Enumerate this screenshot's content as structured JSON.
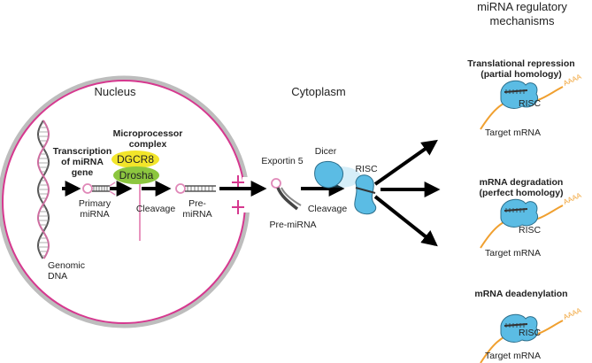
{
  "header": {
    "line1": "miRNA regulatory",
    "line2": "mechanisms"
  },
  "nucleus": {
    "title": "Nucleus",
    "transcription_line1": "Transcription",
    "transcription_line2": "of miRNA",
    "transcription_line3": "gene",
    "genomic_line1": "Genomic",
    "genomic_line2": "DNA",
    "primary_line1": "Primary",
    "primary_line2": "miRNA",
    "micro_line1": "Microprocessor",
    "micro_line2": "complex",
    "dgcr8": "DGCR8",
    "drosha": "Drosha",
    "cleavage": "Cleavage",
    "pre_line1": "Pre-",
    "pre_line2": "miRNA"
  },
  "cytoplasm": {
    "title": "Cytoplasm",
    "exportin": "Exportin 5",
    "dicer": "Dicer",
    "risc": "RISC",
    "cleavage": "Cleavage",
    "pre_mirna": "Pre-miRNA"
  },
  "mechanisms": [
    {
      "title_line1": "Translational repression",
      "title_line2": "(partial homology)",
      "risc": "RISC",
      "target": "Target mRNA",
      "tail": "AAAA"
    },
    {
      "title_line1": "mRNA degradation",
      "title_line2": "(perfect homology)",
      "risc": "RISC",
      "target": "Target mRNA",
      "tail": "AAAA"
    },
    {
      "title_line1": "mRNA deadenylation",
      "title_line2": "",
      "risc": "RISC",
      "target": "Target mRNA",
      "tail": "AAAA"
    }
  ],
  "colors": {
    "membrane": "#d6388f",
    "membrane_outer": "#b5b5b5",
    "risc_blue": "#5bbce4",
    "dgcr8_yellow": "#f2e52a",
    "drosha_green": "#8cc63f",
    "mrna_orange": "#f0a030",
    "hairpin_pink": "#e088b8"
  }
}
